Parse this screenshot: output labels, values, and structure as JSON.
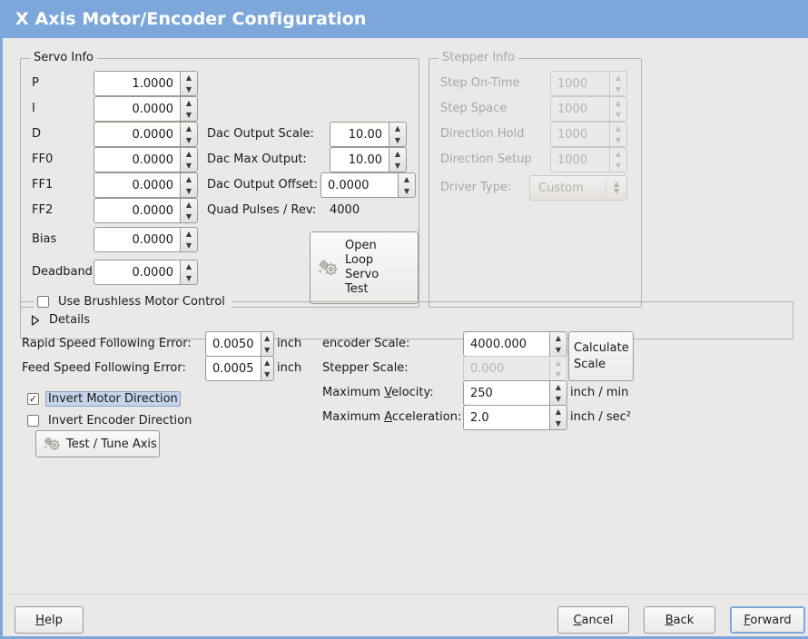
{
  "window": {
    "title": "X Axis Motor/Encoder Configuration",
    "title_bar_color": "#7da7da",
    "background_color": "#ebe9e7"
  },
  "servo_info": {
    "legend": "Servo Info",
    "rows": [
      {
        "label": "P",
        "value": "1.0000"
      },
      {
        "label": "I",
        "value": "0.0000"
      },
      {
        "label": "D",
        "value": "0.0000"
      },
      {
        "label": "FF0",
        "value": "0.0000"
      },
      {
        "label": "FF1",
        "value": "0.0000"
      },
      {
        "label": "FF2",
        "value": "0.0000"
      },
      {
        "label": "Bias",
        "value": "0.0000"
      },
      {
        "label": "Deadband",
        "value": "0.0000"
      }
    ],
    "dac": [
      {
        "label": "Dac Output Scale:",
        "value": "10.00"
      },
      {
        "label": "Dac Max Output:",
        "value": "10.00"
      },
      {
        "label": "Dac Output Offset:",
        "value": "0.0000"
      }
    ],
    "quad_label": "Quad Pulses / Rev:",
    "quad_value": "4000",
    "open_loop_button": "Open\nLoop\nServo\nTest",
    "open_loop_lines": [
      "Open",
      "Loop",
      "Servo",
      "Test"
    ]
  },
  "stepper_info": {
    "legend": "Stepper Info",
    "disabled": true,
    "rows": [
      {
        "label": "Step On-Time",
        "value": "1000"
      },
      {
        "label": "Step Space",
        "value": "1000"
      },
      {
        "label": "Direction Hold",
        "value": "1000"
      },
      {
        "label": "Direction Setup",
        "value": "1000"
      }
    ],
    "driver_type_label": "Driver Type:",
    "driver_type_value": "Custom"
  },
  "brushless": {
    "checkbox_label": "Use Brushless Motor Control",
    "checked": false,
    "details_label": "Details",
    "details_expanded": false
  },
  "errors": {
    "rapid_label": "Rapid Speed Following Error:",
    "rapid_value": "0.0050",
    "rapid_unit": "inch",
    "feed_label": "Feed Speed Following Error:",
    "feed_value": "0.0005",
    "feed_unit": "inch"
  },
  "inverts": {
    "motor_label": "Invert Motor Direction",
    "motor_checked": true,
    "motor_focused": true,
    "encoder_label": "Invert Encoder Direction",
    "encoder_checked": false
  },
  "test_tune_button": "Test / Tune Axis",
  "scales": {
    "encoder_label": "encoder Scale:",
    "encoder_value": "4000.000",
    "stepper_label": "Stepper Scale:",
    "stepper_value": "0.000",
    "stepper_disabled": true,
    "calculate_button_lines": [
      "Calculate",
      "Scale"
    ],
    "max_velocity_label_pre": "Maximum ",
    "max_velocity_label_key": "V",
    "max_velocity_label_post": "elocity:",
    "max_velocity_value": "250",
    "max_velocity_unit": "inch / min",
    "max_accel_label_pre": "Maximum ",
    "max_accel_label_key": "A",
    "max_accel_label_post": "cceleration:",
    "max_accel_value": "2.0",
    "max_accel_unit": "inch / sec²"
  },
  "footer": {
    "help": {
      "pre": "",
      "key": "H",
      "post": "elp"
    },
    "cancel": {
      "pre": "",
      "key": "C",
      "post": "ancel"
    },
    "back": {
      "pre": "",
      "key": "B",
      "post": "ack"
    },
    "forward": {
      "pre": "",
      "key": "F",
      "post": "orward",
      "focused": true
    }
  },
  "icons": {
    "gears": "gears-icon",
    "spin_up": "▴",
    "spin_down": "▾",
    "check": "✓"
  }
}
